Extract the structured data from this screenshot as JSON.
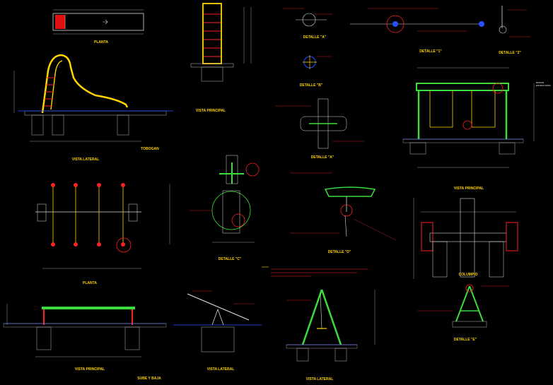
{
  "colors": {
    "background": "#000000",
    "title": "#ffd400",
    "structure_red": "#ff2020",
    "structure_green": "#3cdc3c",
    "structure_yellow": "#ffd400",
    "dimension_white": "#ffffff",
    "ground_blue": "#2850ff",
    "footing_gray": "#bbbbbb"
  },
  "labels": {
    "planta_top": "PLANTA",
    "vista_lateral_tobogan": "VISTA LATERAL",
    "tobogan": "TOBOGAN",
    "vista_principal_tobogan": "VISTA PRINCIPAL",
    "detalle_a": "DETALLE \"A\"",
    "detalle_a2": "DETALLE \"A\"",
    "detalle_b": "DETALLE \"B\"",
    "detalle_1": "DETALLE \"1\"",
    "detalle_2": "DETALLE \"2\"",
    "vista_principal_columpio": "VISTA PRINCIPAL",
    "planta_sube_baja": "PLANTA",
    "detalle_c": "DETALLE \"C\"",
    "detalle_d": "DETALLE \"D\"",
    "columpio": "COLUMPIO",
    "detalle_e": "DETALLE \"E\"",
    "vista_principal_sube_baja": "VISTA PRINCIPAL",
    "sube_y_baja": "SUBE Y BAJA",
    "vista_lateral_sube_baja": "VISTA LATERAL",
    "vista_lateral_columpio": "VISTA LATERAL",
    "rodon_estructura": "RODON\nESTRUCTURA"
  }
}
